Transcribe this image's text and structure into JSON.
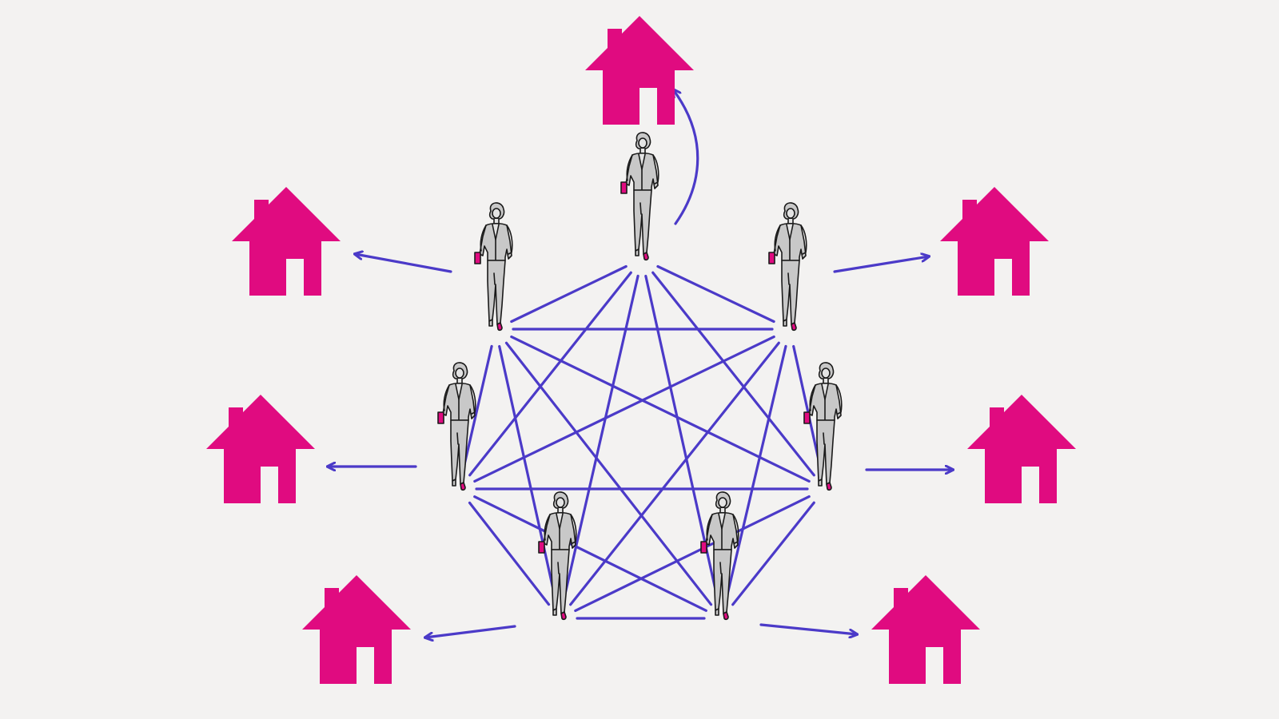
{
  "diagram": {
    "colors": {
      "background": "#f3f2f1",
      "house": "#e00b80",
      "link": "#4b3ac8",
      "figure_body": "#c8c8c8",
      "figure_outline": "#1a1a1a",
      "figure_accent": "#e00b80"
    },
    "nodes": [
      {
        "id": "person-top",
        "icon": "businesswoman-icon",
        "house": "house-top"
      },
      {
        "id": "person-upper-right",
        "icon": "businesswoman-icon",
        "house": "house-upper-right"
      },
      {
        "id": "person-right",
        "icon": "businesswoman-icon",
        "house": "house-right"
      },
      {
        "id": "person-lower-right",
        "icon": "businesswoman-icon",
        "house": "house-lower-right"
      },
      {
        "id": "person-lower-left",
        "icon": "businesswoman-icon",
        "house": "house-lower-left"
      },
      {
        "id": "person-left",
        "icon": "businesswoman-icon",
        "house": "house-left"
      },
      {
        "id": "person-upper-left",
        "icon": "businesswoman-icon",
        "house": "house-upper-left"
      }
    ],
    "houses": [
      {
        "id": "house-top",
        "icon": "house-icon"
      },
      {
        "id": "house-upper-right",
        "icon": "house-icon"
      },
      {
        "id": "house-right",
        "icon": "house-icon"
      },
      {
        "id": "house-lower-right",
        "icon": "house-icon"
      },
      {
        "id": "house-lower-left",
        "icon": "house-icon"
      },
      {
        "id": "house-left",
        "icon": "house-icon"
      },
      {
        "id": "house-upper-left",
        "icon": "house-icon"
      }
    ],
    "connections": "complete-graph"
  }
}
